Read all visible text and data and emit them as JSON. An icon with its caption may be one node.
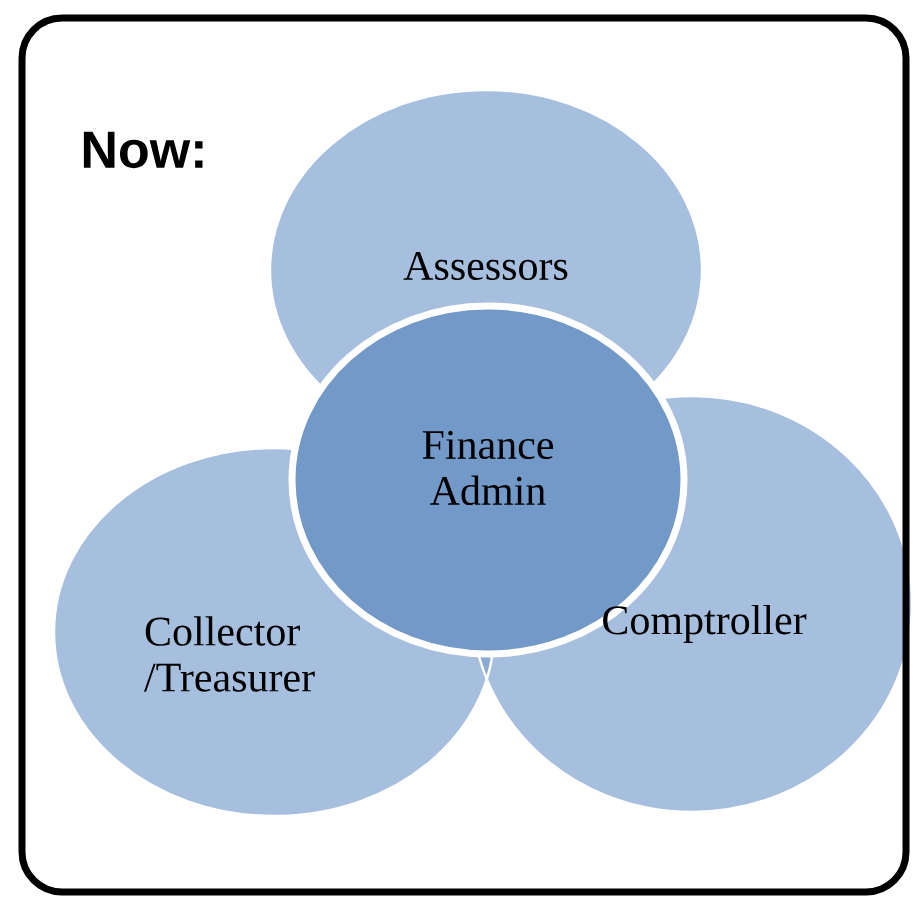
{
  "diagram": {
    "nodes": [
      {
        "text": [
          "Now:"
        ]
      },
      {
        "text": [
          "Assessors"
        ],
        "in": 0
      },
      {
        "text": [
          "Collector /Treasurer"
        ],
        "in": 0
      },
      {
        "text": [
          "Comptroller"
        ],
        "in": 0
      },
      {
        "text": [
          "Finance Admin"
        ],
        "in": 0
      }
    ]
  }
}
